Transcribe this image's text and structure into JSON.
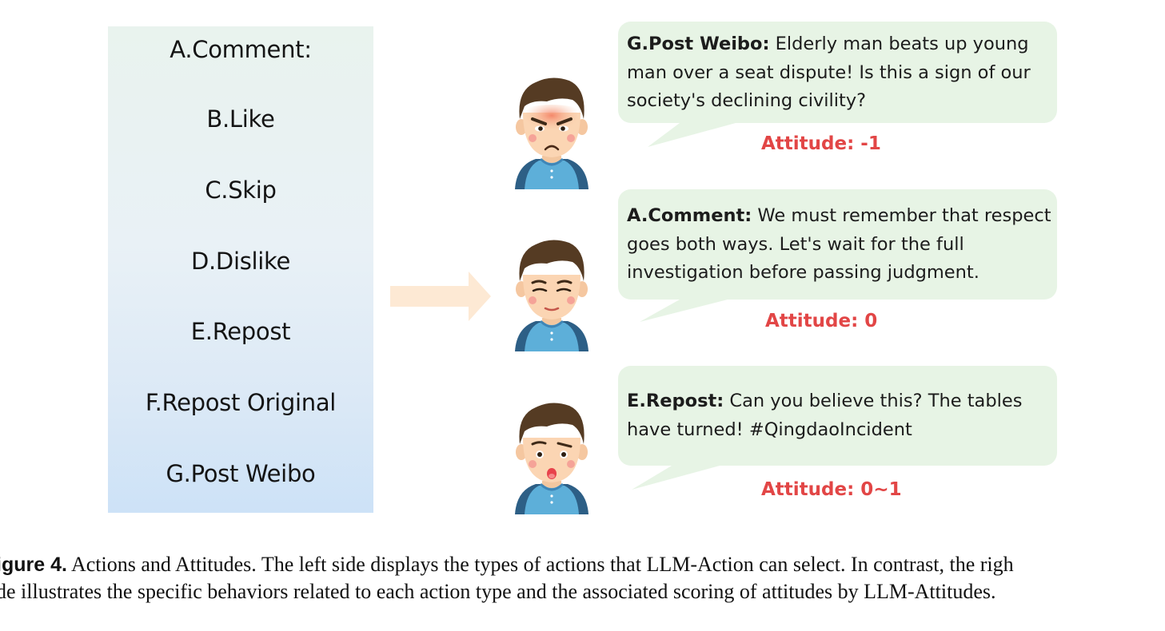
{
  "actions": {
    "items": [
      {
        "label": "A.Comment:"
      },
      {
        "label": "B.Like"
      },
      {
        "label": "C.Skip"
      },
      {
        "label": "D.Dislike"
      },
      {
        "label": "E.Repost"
      },
      {
        "label": "F.Repost Original"
      },
      {
        "label": "G.Post Weibo"
      }
    ]
  },
  "posts": [
    {
      "action": "G.Post Weibo:",
      "text": " Elderly man beats up young man over a seat dispute! Is this a sign of our society's declining civility?",
      "attitude": "Attitude: -1",
      "expression": "angry"
    },
    {
      "action": "A.Comment:",
      "text": " We must remember that respect goes both ways. Let's wait for the full investigation before passing judgment.",
      "attitude": "Attitude: 0",
      "expression": "calm"
    },
    {
      "action": "E.Repost:",
      "text": " Can you believe this? The tables have turned! #QingdaoIncident",
      "attitude": "Attitude: 0~1",
      "expression": "surprised"
    }
  ],
  "caption": {
    "label": "igure 4.",
    "text": " Actions and Attitudes. The left side displays the types of actions that LLM-Action can select. In contrast, the righ",
    "line2": "de illustrates the specific behaviors related to each action type and the associated scoring of attitudes by LLM-Attitudes."
  },
  "colors": {
    "bubble": "#e7f4e5",
    "attitude": "#e24646",
    "arrow": "#fde9d4",
    "panel_top": "#e9f3ee",
    "panel_bottom": "#cde2f7"
  },
  "icons": [
    "right-arrow-icon",
    "angry-boy-avatar",
    "calm-boy-avatar",
    "surprised-boy-avatar"
  ]
}
